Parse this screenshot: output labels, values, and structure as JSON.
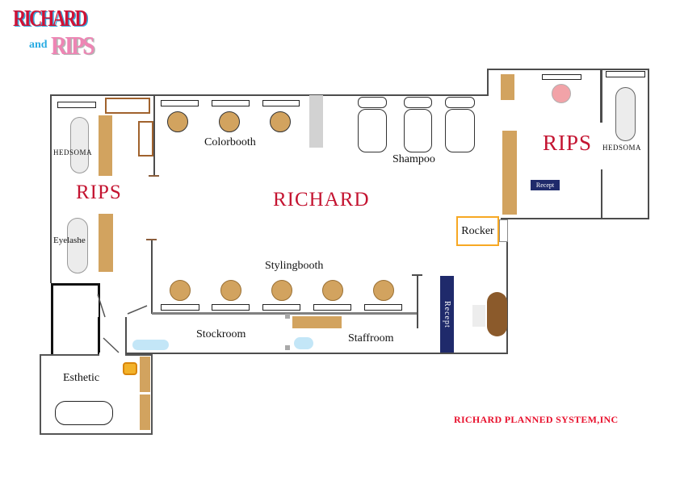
{
  "logo": {
    "richard": "RICHARD",
    "and": "and",
    "rips": "RIPS"
  },
  "labels": {
    "hedsoma_left": "HEDSOMA",
    "rips_left": "RIPS",
    "colorbooth": "Colorbooth",
    "richard_main": "RICHARD",
    "shampoo": "Shampoo",
    "rips_right": "RIPS",
    "hedsoma_right": "HEDSOMA",
    "recept_right": "Recept",
    "rocker": "Rocker",
    "eyelashe": "Eyelashe",
    "stylingbooth": "Stylingbooth",
    "stockroom": "Stockroom",
    "staffroom": "Staffroom",
    "recept_main": "Recept",
    "esthetic": "Esthetic",
    "footer": "RICHARD PLANNED SYSTEM,INC"
  },
  "colors": {
    "accent_red": "#C41431",
    "logo_red": "#CF1236",
    "logo_blue": "#29ABE2",
    "logo_pink": "#EE85B4",
    "counter_tan": "#D2A35F",
    "navy": "#1F2A6B",
    "sink_blue": "#C3E6F7",
    "rocker_orange": "#F7A823",
    "sofa_brown": "#8B5A2B",
    "chair_pink": "#F2A3A8",
    "wall_gray": "#4D4D4D"
  }
}
